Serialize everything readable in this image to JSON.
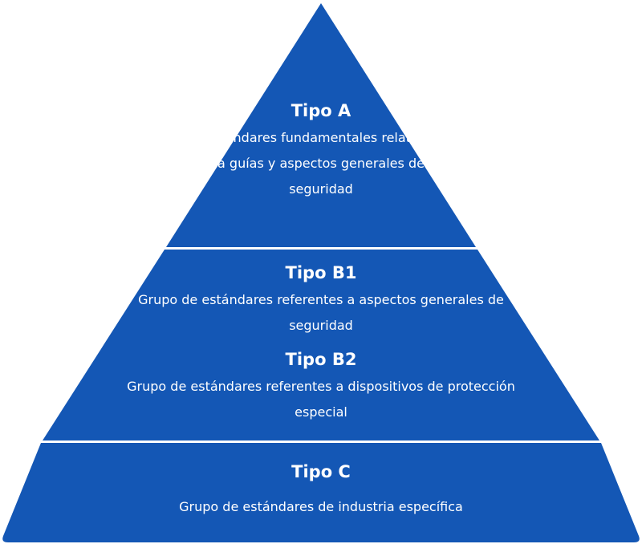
{
  "colors": {
    "pyramid_fill": "#1457B5",
    "divider": "#ffffff",
    "text": "#ffffff"
  },
  "tiers": [
    {
      "title": "Tipo A",
      "description": "Estándares fundamentales relativos a guías y aspectos generales de seguridad"
    },
    {
      "title": "Tipo B1",
      "description": "Grupo de estándares referentes a aspectos generales de seguridad"
    },
    {
      "title": "Tipo B2",
      "description": "Grupo de estándares referentes a dispositivos de protección especial"
    },
    {
      "title": "Tipo C",
      "description": "Grupo de estándares de industria específica"
    }
  ]
}
